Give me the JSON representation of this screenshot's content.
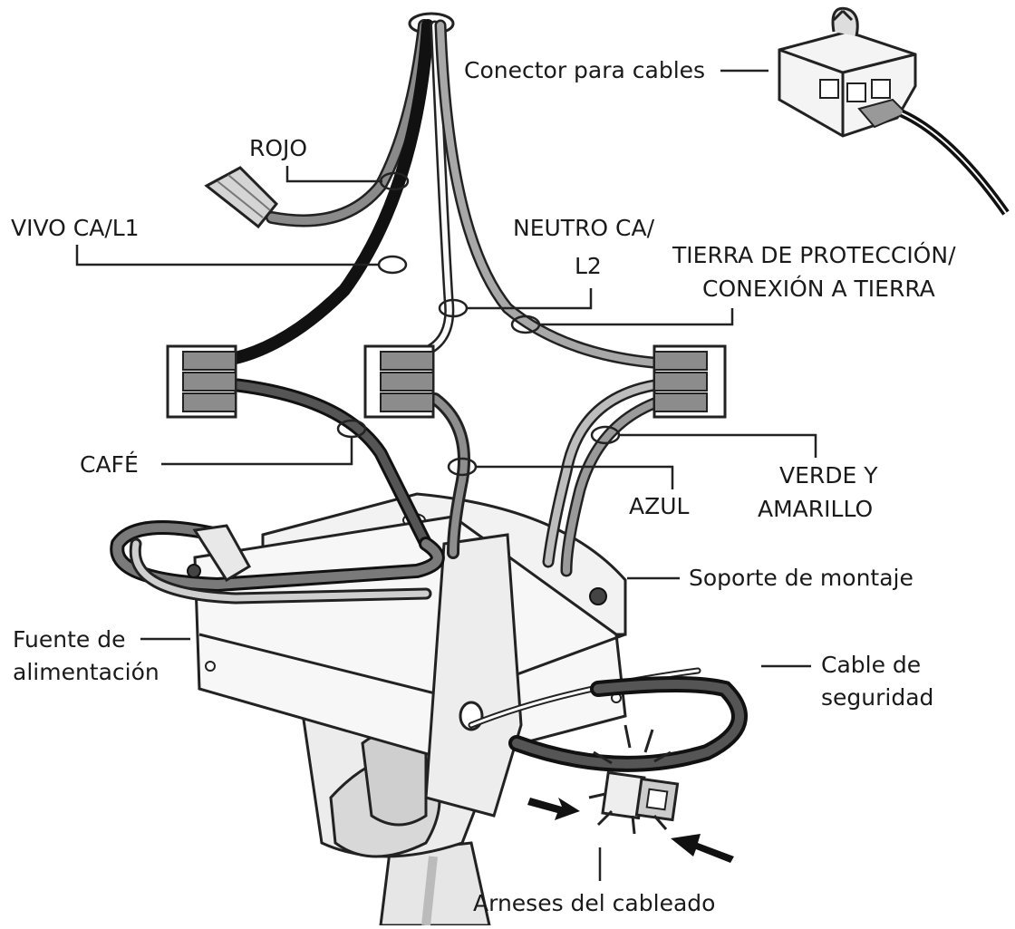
{
  "labels": {
    "conector": "Conector para cables",
    "rojo": "ROJO",
    "vivo": "VIVO CA/L1",
    "neutro_1": "NEUTRO CA/",
    "neutro_2": "L2",
    "tierra_1": "TIERRA DE PROTECCIÓN/",
    "tierra_2": "CONEXIÓN A TIERRA",
    "cafe": "CAFÉ",
    "azul": "AZUL",
    "verde_1": "VERDE Y",
    "verde_2": "AMARILLO",
    "soporte": "Soporte de montaje",
    "fuente_1": "Fuente de",
    "fuente_2": "alimentación",
    "cable_1": "Cable de",
    "cable_2": "seguridad",
    "arneses": "Arneses del cableado"
  }
}
